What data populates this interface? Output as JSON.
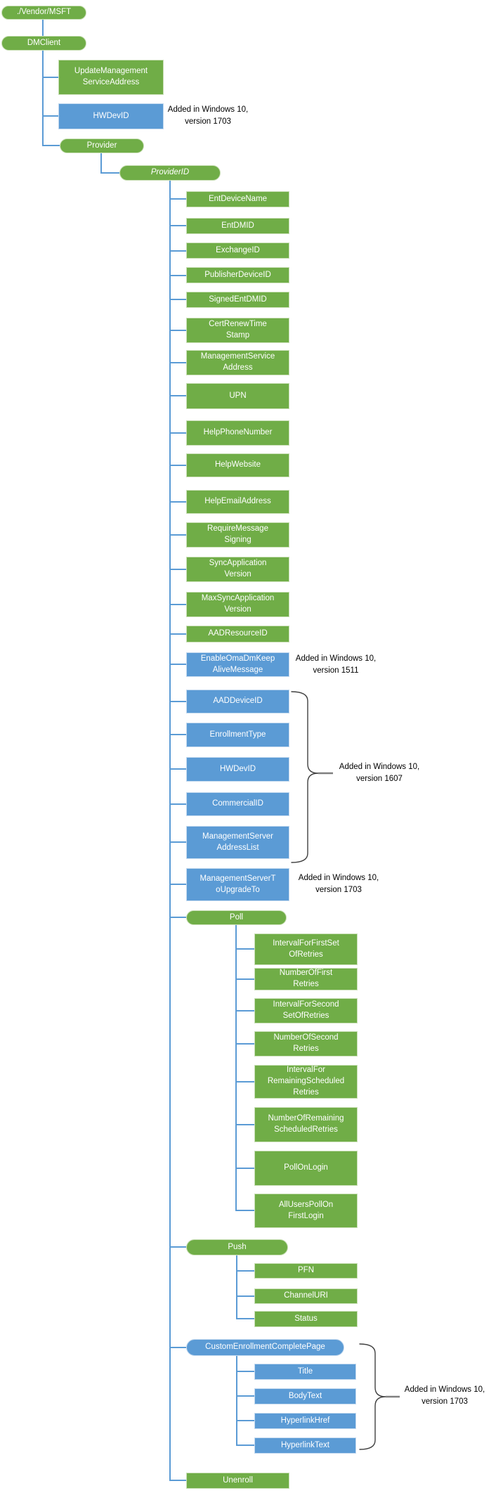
{
  "colors": {
    "node_green": "#70AD47",
    "node_blue": "#5B9BD5",
    "connector_blue": "#5B9BD5",
    "brace_stroke": "#404040",
    "brace_pointer_gray": "#7f7f7f",
    "annotation_text": "#000000"
  },
  "nodes": {
    "vendor_msft": {
      "label": "./Vendor/MSFT"
    },
    "dmclient": {
      "label": "DMClient"
    },
    "update_mgmt": {
      "label": "UpdateManagement\nServiceAddress"
    },
    "hwdevid_top": {
      "label": "HWDevID"
    },
    "provider": {
      "label": "Provider"
    },
    "providerid": {
      "label": "ProviderID"
    },
    "entdevicename": {
      "label": "EntDeviceName"
    },
    "entdmid": {
      "label": "EntDMID"
    },
    "exchangeid": {
      "label": "ExchangeID"
    },
    "publisherdeviceid": {
      "label": "PublisherDeviceID"
    },
    "signedentdmid": {
      "label": "SignedEntDMID"
    },
    "certrenewtimestamp": {
      "label": "CertRenewTime\nStamp"
    },
    "managementserviceaddress": {
      "label": "ManagementService\nAddress"
    },
    "upn": {
      "label": "UPN"
    },
    "helpphonenumber": {
      "label": "HelpPhoneNumber"
    },
    "helpwebsite": {
      "label": "HelpWebsite"
    },
    "helpemailaddress": {
      "label": "HelpEmailAddress"
    },
    "requiremessagesigning": {
      "label": "RequireMessage\nSigning"
    },
    "syncapplicationversion": {
      "label": "SyncApplication\nVersion"
    },
    "maxsyncapplicationversion": {
      "label": "MaxSyncApplication\nVersion"
    },
    "aadresourceid": {
      "label": "AADResourceID"
    },
    "enableomadmkeepalivemessage": {
      "label": "EnableOmaDmKeep\nAliveMessage"
    },
    "aaddeviceid": {
      "label": "AADDeviceID"
    },
    "enrollmenttype": {
      "label": "EnrollmentType"
    },
    "hwdevid2": {
      "label": "HWDevID"
    },
    "commercialid": {
      "label": "CommercialID"
    },
    "managementserveraddresslist": {
      "label": "ManagementServer\nAddressList"
    },
    "managementservertoupgradeto": {
      "label": "ManagementServerT\noUpgradeTo"
    },
    "poll": {
      "label": "Poll"
    },
    "intervalforfirstsetofretries": {
      "label": "IntervalForFirstSet\nOfRetries"
    },
    "numberoffirstretries": {
      "label": "NumberOfFirst\nRetries"
    },
    "intervalforsecondsetofretries": {
      "label": "IntervalForSecond\nSetOfRetries"
    },
    "numberofsecondretries": {
      "label": "NumberOfSecond\nRetries"
    },
    "intervalforremainingscheduledretries": {
      "label": "IntervalFor\nRemainingScheduled\nRetries"
    },
    "numberofremainingscheduledretries": {
      "label": "NumberOfRemaining\nScheduledRetries"
    },
    "pollonlogin": {
      "label": "PollOnLogin"
    },
    "alluserspollonfirstlogin": {
      "label": "AllUsersPollOn\nFirstLogin"
    },
    "push": {
      "label": "Push"
    },
    "pfn": {
      "label": "PFN"
    },
    "channeluri": {
      "label": "ChannelURI"
    },
    "status": {
      "label": "Status"
    },
    "customenrollmentcompletepage": {
      "label": "CustomEnrollmentCompletePage"
    },
    "title": {
      "label": "Title"
    },
    "bodytext": {
      "label": "BodyText"
    },
    "hyperlinkhref": {
      "label": "HyperlinkHref"
    },
    "hyperlinktext": {
      "label": "HyperlinkText"
    },
    "unenroll": {
      "label": "Unenroll"
    }
  },
  "annotations": {
    "hwdevid_1703": {
      "text": "Added in Windows 10,\nversion 1703"
    },
    "keepalive_1511": {
      "text": "Added in Windows 10,\nversion 1511"
    },
    "group_1607": {
      "text": "Added in Windows 10,\nversion 1607"
    },
    "upgradeto_1703": {
      "text": "Added in Windows 10,\nversion 1703"
    },
    "custompage_1703": {
      "text": "Added in Windows 10,\nversion 1703"
    }
  }
}
